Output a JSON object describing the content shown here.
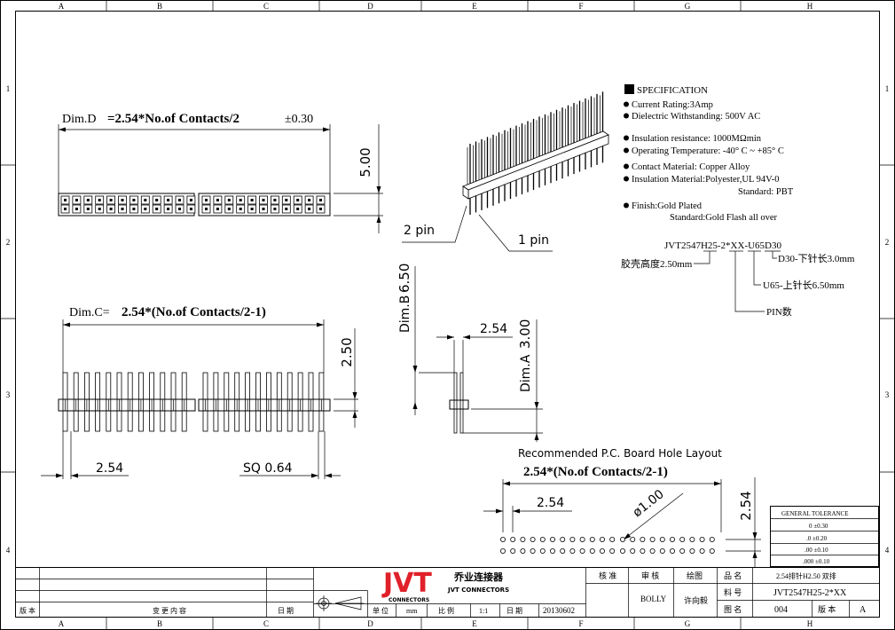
{
  "border": {
    "columns": [
      "A",
      "B",
      "C",
      "D",
      "E",
      "F",
      "G",
      "H"
    ],
    "rows": [
      "1",
      "2",
      "3",
      "4"
    ]
  },
  "top_view": {
    "dim_d_prefix": "Dim.D",
    "dim_d_formula": "=2.54*No.of Contacts/2",
    "dim_d_tol": "±0.30",
    "height_dim": "5.00"
  },
  "iso_view": {
    "pin2_label": "2  pin",
    "pin1_label": "1  pin"
  },
  "front_view": {
    "dim_c_label": "Dim.C=",
    "dim_c_formula": "2.54*(No.of Contacts/2-1)",
    "height_dim": "2.50",
    "pitch_dim": "2.54",
    "sq_dim": "SQ  0.64"
  },
  "side_view": {
    "dim_b_label": "Dim.B",
    "dim_b_value": "6.50",
    "pitch_dim": "2.54",
    "dim_a_label": "Dim.A",
    "dim_a_value": "3.00"
  },
  "pcb_layout": {
    "title": "Recommended  P.C.  Board Hole  Layout",
    "formula": "2.54*(No.of Contacts/2-1)",
    "pitch_dim": "2.54",
    "hole_dim": "ø1.00",
    "row_dim": "2.54"
  },
  "specification": {
    "heading": "SPECIFICATION",
    "lines": [
      "Current Rating:3Amp",
      "Dielectric Withstanding: 500V AC",
      "Insulation resistance: 1000MΩmin",
      "Operating Temperature: -40° C ~ +85° C",
      "Contact Material: Copper Alloy",
      "Insulation Material:Polyester,UL 94V-0",
      "Standard: PBT",
      "Finish:Gold Plated",
      "Standard:Gold Flash all over"
    ]
  },
  "part_code": {
    "code": "JVT2547H25-2*XX-U65D30",
    "note_housing": "胶壳高度2.50mm",
    "note_d30": "D30-下针长3.0mm",
    "note_u65": "U65-上针长6.50mm",
    "note_pin": "PIN数"
  },
  "tolerance": {
    "title": "GENERAL TOLERANCE",
    "rows": [
      "0    ±0.30",
      ".0    ±0.20",
      ".00    ±0.10",
      ".000  ±0.10"
    ]
  },
  "title_block": {
    "rev_header": "版 本",
    "change_header": "变  更  内  容",
    "date_header": "日 期",
    "logo": "JVT",
    "company_cn": "乔业连接器",
    "company_en": "JVT CONNECTORS",
    "brand_small": "CONNECTORS",
    "unit_label": "单 位",
    "unit_value": "mm",
    "scale_label": "比 例",
    "scale_value": "1:1",
    "date_label": "日 期",
    "date_value": "20130602",
    "approve_label": "核 准",
    "review_label": "审 核",
    "draw_label": "绘图",
    "reviewer": "BOLLY",
    "drawer": "许向毅",
    "product_label": "品 名",
    "product_name": "2.54排针H2.50 双排",
    "partno_label": "料 号",
    "part_no": "JVT2547H25-2*XX",
    "drawing_label": "图 名",
    "drawing_no": "004",
    "version_label": "版 本",
    "version": "A"
  }
}
